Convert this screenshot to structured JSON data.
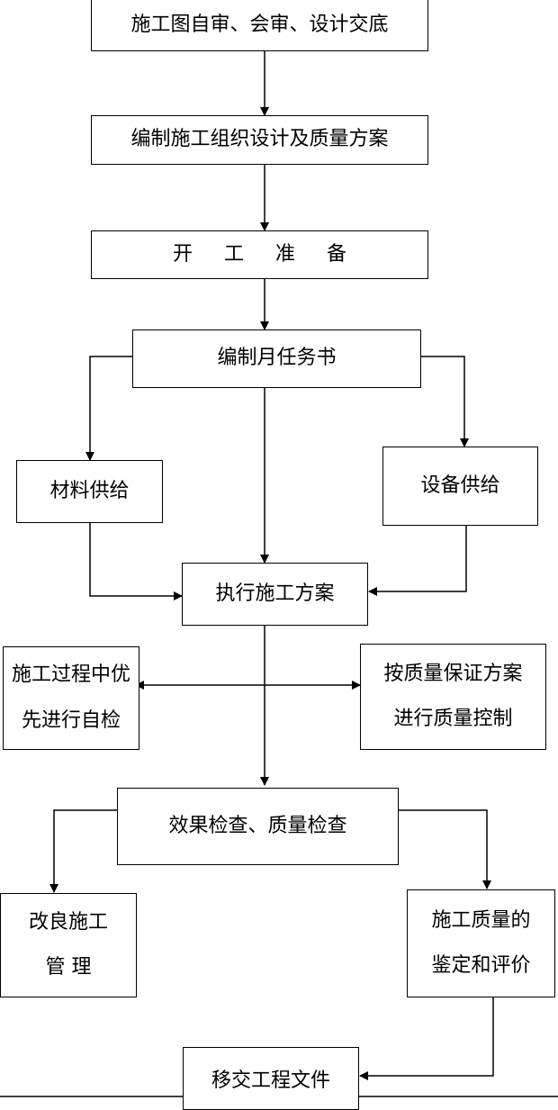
{
  "nodes": {
    "design_review": "施工图自审、会审、设计交底",
    "construction_org_design": "编制施工组织设计及质量方案",
    "start_prep": "开 工 准 备",
    "monthly_task": "编制月任务书",
    "material_supply": "材料供给",
    "equipment_supply": "设备供给",
    "execute_plan": "执行施工方案",
    "self_check_line1": "施工过程中优",
    "self_check_line2": "先进行自检",
    "quality_control_line1": "按质量保证方案",
    "quality_control_line2": "进行质量控制",
    "effect_check": "效果检查、质量检查",
    "improve_line1": "改良施工",
    "improve_line2a": "管",
    "improve_line2b": "理",
    "evaluation_line1": "施工质量的",
    "evaluation_line2": "鉴定和评价",
    "handover": "移交工程文件"
  }
}
